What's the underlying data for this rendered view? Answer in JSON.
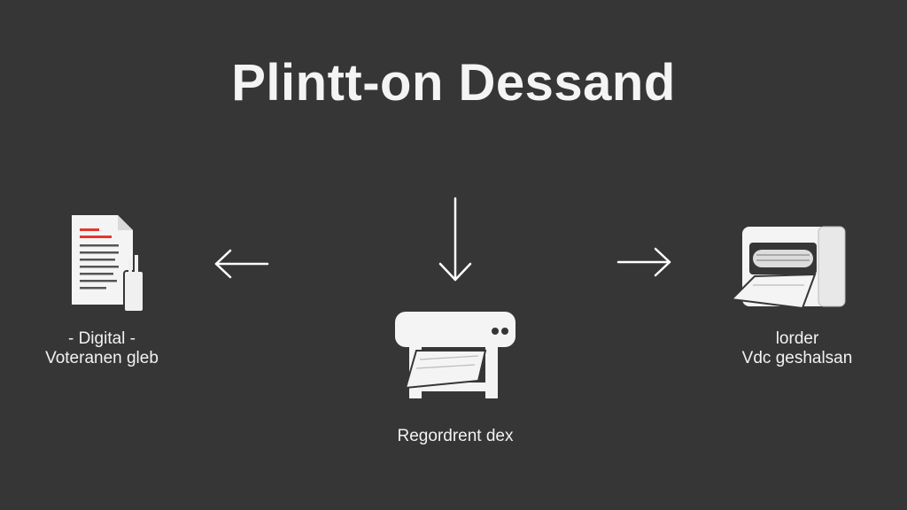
{
  "title": "Plintt-on Dessand",
  "nodes": {
    "left": {
      "line1": "- Digital -",
      "line2": "Voteranen gleb",
      "icon": "document-with-pen-icon"
    },
    "center": {
      "label": "Regordrent dex",
      "icon": "printer-icon"
    },
    "right": {
      "line1": "lorder",
      "line2": "Vdc geshalsan",
      "icon": "large-format-printer-icon"
    }
  },
  "arrows": {
    "left": "arrow-left-icon",
    "down": "arrow-down-icon",
    "right": "arrow-right-icon"
  },
  "colors": {
    "background": "#363636",
    "foreground": "#ffffff",
    "accent": "#e0392f"
  }
}
